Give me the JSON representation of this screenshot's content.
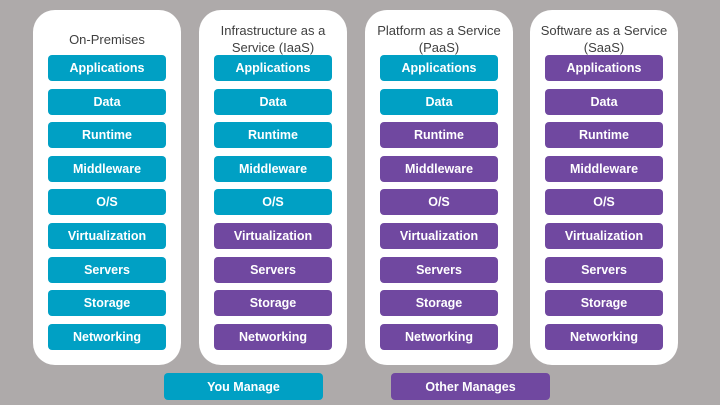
{
  "colors": {
    "you_manage": "#00a0c4",
    "other_manages": "#7048a0",
    "background": "#aeaaaa",
    "panel": "#ffffff"
  },
  "layers": [
    "Applications",
    "Data",
    "Runtime",
    "Middleware",
    "O/S",
    "Virtualization",
    "Servers",
    "Storage",
    "Networking"
  ],
  "panels": [
    {
      "title": "On-Premises",
      "managed_by": [
        "you",
        "you",
        "you",
        "you",
        "you",
        "you",
        "you",
        "you",
        "you"
      ]
    },
    {
      "title": "Infrastructure as a Service (IaaS)",
      "managed_by": [
        "you",
        "you",
        "you",
        "you",
        "you",
        "other",
        "other",
        "other",
        "other"
      ]
    },
    {
      "title": "Platform as a Service (PaaS)",
      "managed_by": [
        "you",
        "you",
        "other",
        "other",
        "other",
        "other",
        "other",
        "other",
        "other"
      ]
    },
    {
      "title": "Software as a Service (SaaS)",
      "managed_by": [
        "other",
        "other",
        "other",
        "other",
        "other",
        "other",
        "other",
        "other",
        "other"
      ]
    }
  ],
  "legend": {
    "you_manage": "You Manage",
    "other_manages": "Other Manages"
  }
}
